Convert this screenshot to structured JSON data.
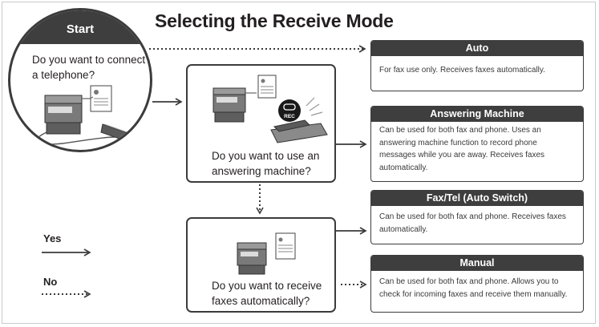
{
  "title": "Selecting the Receive Mode",
  "start": {
    "label": "Start",
    "question": "Do you want to connect a telephone?"
  },
  "questions": {
    "answering_machine": "Do you want to use an answering machine?",
    "receive_auto": "Do you want to receive faxes automatically?"
  },
  "rec_badge": "REC",
  "modes": [
    {
      "name": "Auto",
      "description": "For fax use only. Receives faxes automatically."
    },
    {
      "name": "Answering Machine",
      "description": "Can be used for both fax and phone. Uses an answering machine function to record phone messages while you are away. Receives faxes automatically."
    },
    {
      "name": "Fax/Tel (Auto Switch)",
      "description": "Can be used for both fax and phone. Receives faxes automatically."
    },
    {
      "name": "Manual",
      "description": "Can be used for both fax and phone. Allows you to check for incoming faxes and receive them manually."
    }
  ],
  "legend": {
    "yes": "Yes",
    "no": "No"
  },
  "colors": {
    "dark": "#3e3e3e",
    "text": "#231f20",
    "border": "#c9c9c9"
  },
  "icons": [
    "printer-icon",
    "document-icon",
    "telephone-handset-icon",
    "answering-machine-icon",
    "rec-badge-icon"
  ]
}
